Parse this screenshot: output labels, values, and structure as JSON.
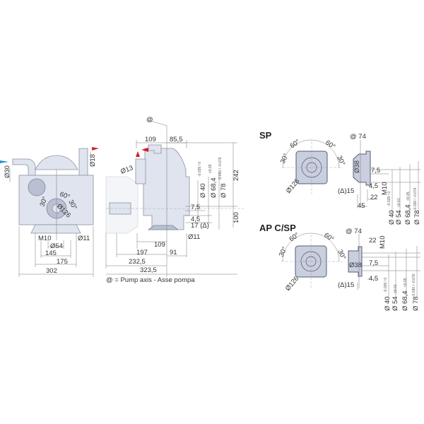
{
  "front_view": {
    "inlet_diameter": "Ø30",
    "outlet_diameter": "Ø18",
    "angle_left": "30°",
    "angle_top": "60°",
    "angle_right": "30°",
    "flange_diameter": "Ø126",
    "thread": "M10",
    "hole_diameter": "Ø11",
    "pilot_diameter": "Ø54",
    "dim_145": "145",
    "dim_175": "175",
    "dim_302": "302"
  },
  "side_view": {
    "pump_axis_symbol": "@",
    "dim_109_top": "109",
    "dim_85_5": "85,5",
    "outlet_diameter": "Ø13",
    "d40": "Ø 40",
    "d40_tol": "-0.039 / 0",
    "d68": "Ø 68,4",
    "d68_tol": "±0.05",
    "d78": "Ø 78",
    "d78_tol": "-0.030 / -0.076",
    "dim_242": "242",
    "dim_100": "100",
    "dim_7_5": "7,5",
    "dim_4_5": "4,5",
    "dim_17": "17 (Δ)",
    "hole_diameter": "Ø11",
    "dim_109_bottom": "109",
    "dim_197": "197",
    "dim_91": "91",
    "dim_232_5": "232,5",
    "dim_323_5": "323,5",
    "legend": "@ = Pump axis - Asse pompa"
  },
  "sp": {
    "title": "SP",
    "axis_74": "@ 74",
    "angle_60a": "60°",
    "angle_60b": "60°",
    "angle_30a": "30°",
    "angle_30b": "30°",
    "flange_diameter": "Ø126",
    "shaft_diameter": "Ø38",
    "dim_7_5": "7,5",
    "dim_4_5": "4,5",
    "dim_15": "(Δ)15",
    "dim_22": "22",
    "dim_45": "45",
    "thread": "M10",
    "d40": "Ø 40",
    "d40_tol": "-0.039 / 0",
    "d54": "Ø 54",
    "d54_tol": "±0.01",
    "d68": "Ø 68,4",
    "d68_tol": "±0.05",
    "d78": "Ø 78",
    "d78_tol": "-0.030 / -0.076"
  },
  "apcsp": {
    "title": "AP C/SP",
    "axis_74": "@ 74",
    "dim_22": "22",
    "thread": "M10",
    "angle_60a": "60°",
    "angle_60b": "60°",
    "angle_30a": "30°",
    "angle_30b": "30°",
    "shaft_diameter": "Ø38",
    "dim_7_5": "7,5",
    "dim_4_5": "4,5",
    "dim_15": "(Δ)15",
    "flange_diameter": "Ø126",
    "d40": "Ø 40",
    "d40_tol": "-0.039 / 0",
    "d54": "Ø 54",
    "d54_tol": "±0.01",
    "d68": "Ø 68,4",
    "d68_tol": "±0.05",
    "d78": "Ø 78",
    "d78_tol": "-0.030 / -0.076"
  },
  "colors": {
    "inlet_arrow": "#2a8fd0",
    "outlet_arrow": "#d0202a",
    "body": "#dfe4ef"
  }
}
